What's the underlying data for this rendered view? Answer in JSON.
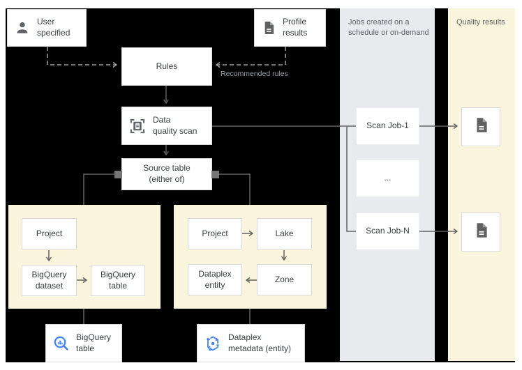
{
  "colors": {
    "page": "#ffffff",
    "background": "#000000",
    "panel_yellow": "#fcf5dd",
    "column_gray": "#e8eaed",
    "box_white": "#ffffff",
    "box_border": "#d9d9d9",
    "line_gray": "#616161",
    "dashed_gray": "#9e9e9e",
    "icon_gray": "#5f6368",
    "text_dark": "#3c4043",
    "text_muted": "#5f6368",
    "label_on_black": "#9aa0a6",
    "google_blue": "#4285f4"
  },
  "nodes": {
    "user_specified": {
      "line1": "User",
      "line2": "specified"
    },
    "profile_results": {
      "line1": "Profile",
      "line2": "results"
    },
    "rules": {
      "label": "Rules"
    },
    "recommended_rules": {
      "label": "Recommended rules"
    },
    "data_quality_scan": {
      "line1": "Data",
      "line2": "quality scan"
    },
    "source_table": {
      "line1": "Source table",
      "line2": "(either of)"
    },
    "project_left": {
      "label": "Project"
    },
    "bigquery_dataset": {
      "line1": "BigQuery",
      "line2": "dataset"
    },
    "bigquery_table": {
      "line1": "BigQuery",
      "line2": "table"
    },
    "project_right": {
      "label": "Project"
    },
    "lake": {
      "label": "Lake"
    },
    "dataplex_entity": {
      "line1": "Dataplex",
      "line2": "entity"
    },
    "zone": {
      "label": "Zone"
    },
    "bigquery_table_ref": {
      "line1": "BigQuery",
      "line2": "table"
    },
    "dataplex_metadata": {
      "line1": "Dataplex",
      "line2": "metadata (entity)"
    },
    "scan_job_1": {
      "label": "Scan Job-1"
    },
    "scan_job_ellipsis": {
      "label": "..."
    },
    "scan_job_n": {
      "label": "Scan Job-N"
    }
  },
  "columns": {
    "jobs": {
      "line1": "Jobs created on a",
      "line2": "schedule or on-demand"
    },
    "quality": {
      "label": "Quality results"
    }
  },
  "icons": {
    "person": "person-icon",
    "document": "document-icon",
    "scan": "data-quality-scan-icon",
    "bigquery": "bigquery-icon",
    "dataplex": "dataplex-icon"
  }
}
